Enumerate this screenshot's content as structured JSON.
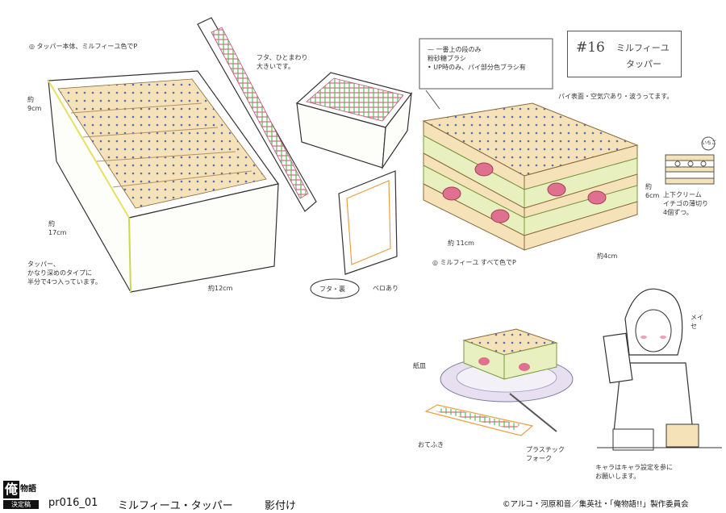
{
  "notes": {
    "tupper_top": "◎ タッパー本体、ミルフィーユ色でP",
    "lid_note": "フタ、ひとまわり\n大きいです。",
    "height_label": "約\n9cm",
    "depth_label": "約\n17cm",
    "width_label": "約12cm",
    "tupper_desc": "タッパー、\nかなり深めのタイプに\n半分で4つ入っています。",
    "lid_circle": "フタ・裏",
    "lid_side": "ベロあり",
    "brush_note": "— 一番上の段のみ\n  粉砂糖ブラシ\n• UP時のみ、パイ部分色ブラシ有",
    "pie_note": "パイ表面・空気穴あり・波うってます。",
    "stack_height": "約\n6cm",
    "stack_width": "約 11cm",
    "stack_depth": "約4cm",
    "stack_all": "◎ ミルフィーユ すべて色でP",
    "cream_note": "上下クリーム\nイチゴの薄切り\n4個ずつ。",
    "layer_tag": "いちご",
    "plate_label": "紙皿",
    "wrap_label": "おてふき",
    "fork_label": "プラスチック\nフォーク",
    "girl_note": "キャラはキャラ設定を参に\nお願いします。",
    "girl_tag": "メイ\nセ"
  },
  "sheet_label": {
    "number": "#16",
    "line1": "ミルフィーユ",
    "line2": "タッパー"
  },
  "footer": {
    "logo_big": "俺",
    "logo_small": "物語",
    "logo_kettei": "決定稿",
    "code": "pr016_01",
    "title": "ミルフィーユ・タッパー",
    "tag": "影付け",
    "copyright": "©アルコ・河原和音／集英社・「俺物語!!」製作委員会"
  }
}
